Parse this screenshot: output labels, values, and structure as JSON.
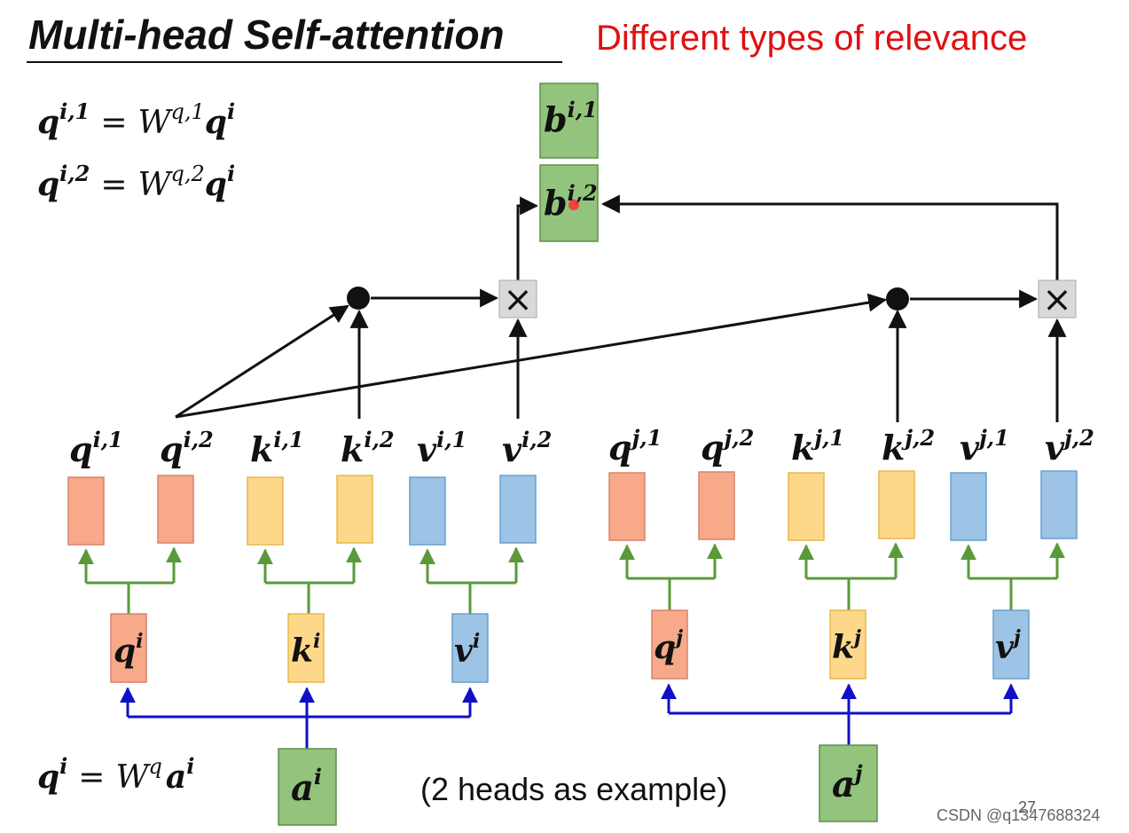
{
  "title": "Multi-head Self-attention",
  "subtitle": "Different types of relevance",
  "caption": "(2 heads as example)",
  "page_number": "27",
  "watermark": "CSDN @q1347688324",
  "equations": {
    "eq1": {
      "lhs_base": "q",
      "lhs_sup": "i,1",
      "equals": "=",
      "w": "W",
      "w_sup": "q,1",
      "rhs_base": "q",
      "rhs_sup": "i"
    },
    "eq2": {
      "lhs_base": "q",
      "lhs_sup": "i,2",
      "equals": "=",
      "w": "W",
      "w_sup": "q,2",
      "rhs_base": "q",
      "rhs_sup": "i"
    },
    "eq3": {
      "lhs_base": "q",
      "lhs_sup": "i",
      "equals": "=",
      "w": "W",
      "w_sup": "q",
      "rhs_base": "a",
      "rhs_sup": "i"
    }
  },
  "outputs": {
    "b1": {
      "base": "b",
      "sup": "i,1"
    },
    "b2": {
      "base": "b",
      "sup": "i,2"
    }
  },
  "multiply_symbol": "×",
  "head_vectors": {
    "qi1": {
      "base": "q",
      "sup": "i,1"
    },
    "qi2": {
      "base": "q",
      "sup": "i,2"
    },
    "ki1": {
      "base": "k",
      "sup": "i,1"
    },
    "ki2": {
      "base": "k",
      "sup": "i,2"
    },
    "vi1": {
      "base": "v",
      "sup": "i,1"
    },
    "vi2": {
      "base": "v",
      "sup": "i,2"
    },
    "qj1": {
      "base": "q",
      "sup": "j,1"
    },
    "qj2": {
      "base": "q",
      "sup": "j,2"
    },
    "kj1": {
      "base": "k",
      "sup": "j,1"
    },
    "kj2": {
      "base": "k",
      "sup": "j,2"
    },
    "vj1": {
      "base": "v",
      "sup": "j,1"
    },
    "vj2": {
      "base": "v",
      "sup": "j,2"
    }
  },
  "base_vectors": {
    "qi": {
      "base": "q",
      "sup": "i"
    },
    "ki": {
      "base": "k",
      "sup": "i"
    },
    "vi": {
      "base": "v",
      "sup": "i"
    },
    "qj": {
      "base": "q",
      "sup": "j"
    },
    "kj": {
      "base": "k",
      "sup": "j"
    },
    "vj": {
      "base": "v",
      "sup": "j"
    }
  },
  "inputs": {
    "ai": {
      "base": "a",
      "sup": "i"
    },
    "aj": {
      "base": "a",
      "sup": "j"
    }
  },
  "colors": {
    "title": "#111111",
    "subtitle": "#e01010",
    "query_fill": "#f7a98a",
    "key_fill": "#fdd88a",
    "value_fill": "#9dc3e6",
    "output_fill": "#93c47d",
    "green_arrow": "#5a9a3a",
    "blue_arrow": "#1010c8",
    "black_arrow": "#111111",
    "multiply_fill": "#d9d9d9",
    "cursor_dot": "#ff3030"
  }
}
